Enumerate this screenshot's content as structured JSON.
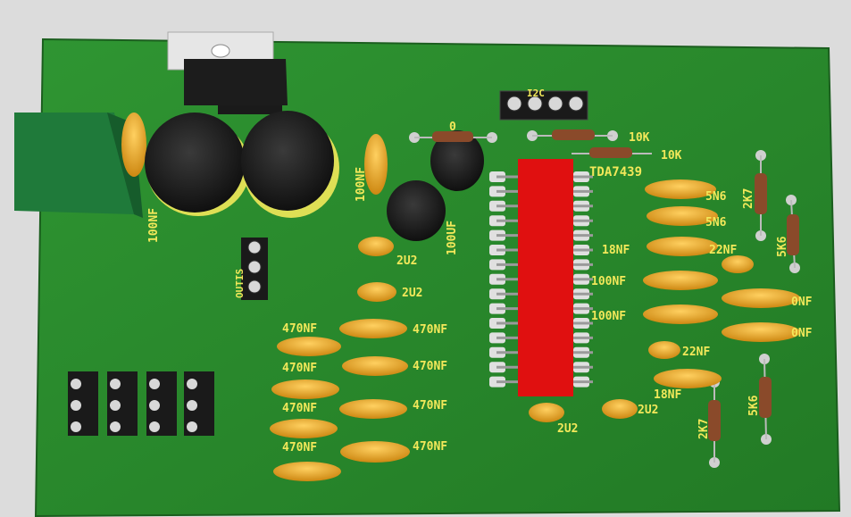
{
  "board": {
    "ic_label": "TDA7439",
    "header_top_label": "I2C",
    "header_left_label": "OUTIS",
    "colors": {
      "background": "#dcdcdc",
      "board": "#2a8a2a",
      "ic": "#e01010",
      "capacitor": "#e8a21c",
      "electrolytic": "#1a1a1a",
      "silkscreen": "#f2e85a",
      "terminal": "#1f7a3a"
    }
  },
  "labels": {
    "c_100nf_left": "100NF",
    "c_100nf_mid": "100NF",
    "c_100uf": "100UF",
    "c_2u2_a": "2U2",
    "c_2u2_b": "2U2",
    "c_2u2_c": "2U2",
    "c_2u2_d": "2U2",
    "c_470_1": "470NF",
    "c_470_2": "470NF",
    "c_470_3": "470NF",
    "c_470_4": "470NF",
    "c_470_5": "470NF",
    "c_470_6": "470NF",
    "c_470_7": "470NF",
    "c_470_8": "470NF",
    "r_10k_a": "10K",
    "r_10k_b": "10K",
    "r_zero": "0",
    "c_5n6_a": "5N6",
    "c_5n6_b": "5N6",
    "c_18nf_a": "18NF",
    "c_18nf_b": "18NF",
    "c_100nf_r1": "100NF",
    "c_100nf_r2": "100NF",
    "c_22nf_a": "22NF",
    "c_22nf_b": "22NF",
    "c_nf_a": "0NF",
    "c_nf_b": "0NF",
    "r_2k7_a": "2K7",
    "r_2k7_b": "2K7",
    "r_5k6_a": "5K6",
    "r_5k6_b": "5K6"
  }
}
